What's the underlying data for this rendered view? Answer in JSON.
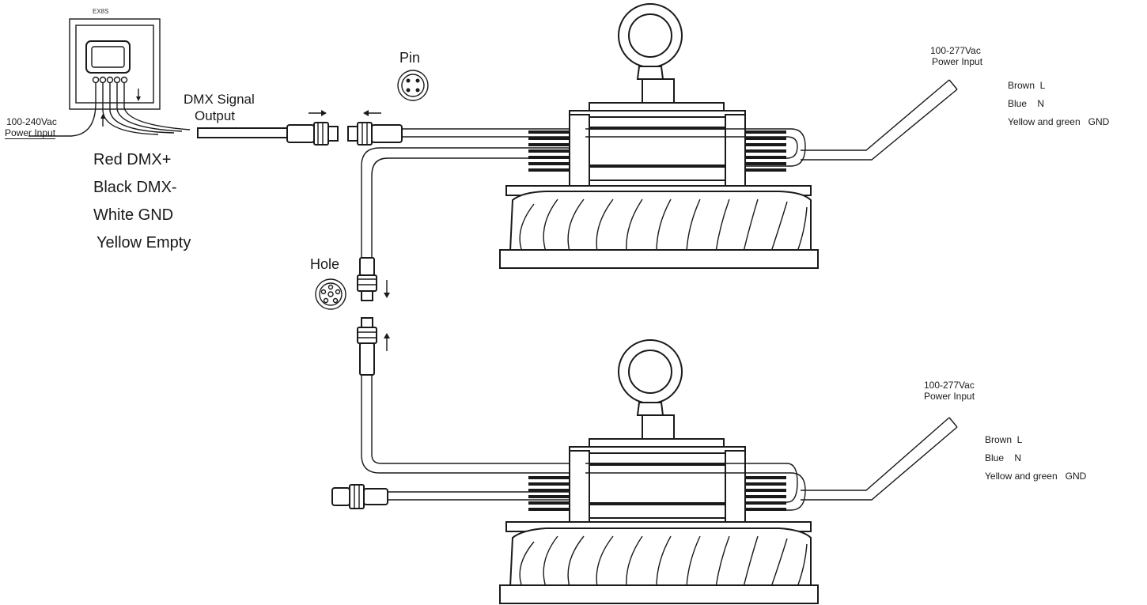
{
  "controller": {
    "model": "EX8S",
    "power_line1": "100-240Vac",
    "power_line2": "Power Input"
  },
  "dmx_output": {
    "line1": "DMX Signal",
    "line2": "Output"
  },
  "dmx_wires": [
    "Red DMX+",
    "Black DMX-",
    "White GND",
    "Yellow Empty"
  ],
  "connectors": {
    "pin_label": "Pin",
    "hole_label": "Hole"
  },
  "fixture_top": {
    "power_line1": "100-277Vac",
    "power_line2": "Power Input",
    "wires": [
      "Brown  L",
      "Blue    N",
      "Yellow and green   GND"
    ]
  },
  "fixture_bottom": {
    "power_line1": "100-277Vac",
    "power_line2": "Power Input",
    "wires": [
      "Brown  L",
      "Blue    N",
      "Yellow and green   GND"
    ]
  }
}
